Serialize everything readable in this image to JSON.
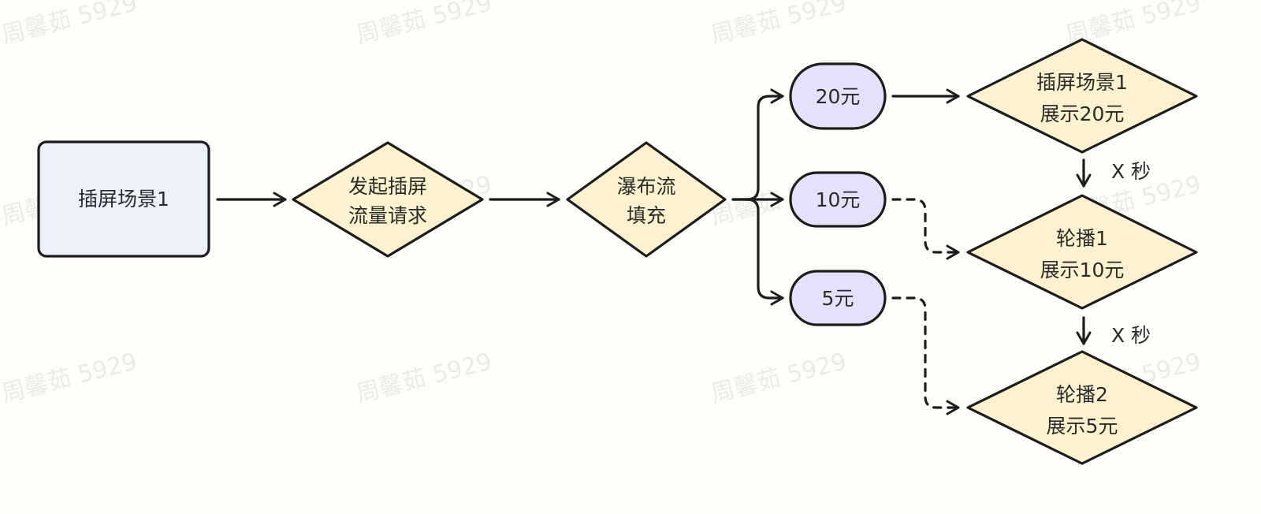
{
  "watermark": "周馨茹 5929",
  "colors": {
    "rect_fill": "#edf1fc",
    "diamond_fill": "#fdf1d0",
    "pill_fill": "#e6e1fa",
    "stroke": "#1c1c1c"
  },
  "nodes": {
    "start": {
      "line1": "插屏场景1"
    },
    "request": {
      "line1": "发起插屏",
      "line2": "流量请求"
    },
    "waterfall": {
      "line1": "瀑布流",
      "line2": "填充"
    },
    "price20": {
      "line1": "20元"
    },
    "price10": {
      "line1": "10元"
    },
    "price5": {
      "line1": "5元"
    },
    "show20": {
      "line1": "插屏场景1",
      "line2": "展示20元"
    },
    "carousel1": {
      "line1": "轮播1",
      "line2": "展示10元"
    },
    "carousel2": {
      "line1": "轮播2",
      "line2": "展示5元"
    }
  },
  "edge_labels": {
    "delay1": "X 秒",
    "delay2": "X 秒"
  }
}
